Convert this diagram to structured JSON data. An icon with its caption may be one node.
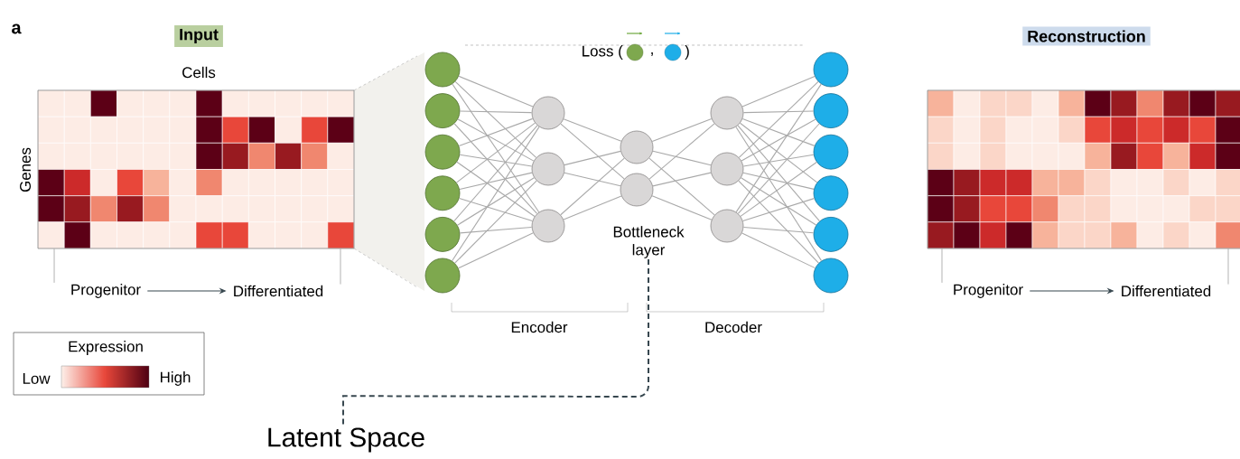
{
  "diagram": {
    "nodes": [
      {
        "text": [
          "Input"
        ]
      },
      {
        "text": [
          "Reconstruction"
        ]
      },
      {
        "text": [
          "Progenitor"
        ]
      },
      {
        "text": [
          "Differentiated"
        ]
      },
      {
        "text": [
          "Progenitor"
        ]
      },
      {
        "text": [
          "Differentiated"
        ]
      },
      {
        "text": [
          "Expression",
          "Low",
          "High"
        ]
      },
      {
        "text": [],
        "shape": "circle"
      },
      {
        "text": [],
        "shape": "circle"
      },
      {
        "text": [],
        "shape": "circle"
      },
      {
        "text": [],
        "shape": "circle"
      },
      {
        "text": [],
        "shape": "circle"
      },
      {
        "text": [],
        "shape": "circle"
      },
      {
        "text": [],
        "shape": "circle"
      },
      {
        "text": [],
        "shape": "circle"
      },
      {
        "text": [],
        "shape": "circle"
      },
      {
        "text": [],
        "shape": "circle"
      },
      {
        "text": [],
        "shape": "circle"
      },
      {
        "text": [],
        "shape": "circle"
      },
      {
        "text": [],
        "shape": "circle"
      },
      {
        "text": [],
        "shape": "circle"
      },
      {
        "text": [],
        "shape": "circle"
      },
      {
        "text": [],
        "shape": "circle"
      },
      {
        "text": [],
        "shape": "circle"
      },
      {
        "text": [],
        "shape": "circle"
      },
      {
        "text": [],
        "shape": "circle"
      },
      {
        "text": [],
        "shape": "circle"
      },
      {
        "text": [
          "Bottleneck layer"
        ]
      },
      {
        "text": [
          "Latent Space"
        ]
      },
      {
        "text": [],
        "shape": "picture"
      },
      {
        "text": [],
        "shape": "picture"
      }
    ],
    "edges": [
      {
        "from": 2,
        "to": 3,
        "arrow": "to",
        "color": "#37474f"
      },
      {
        "from": 4,
        "to": 5,
        "arrow": "to",
        "color": "#37474f"
      },
      {
        "from": 7,
        "to": 13,
        "arrow": "none"
      },
      {
        "from": 7,
        "to": 14,
        "arrow": "none"
      },
      {
        "from": 7,
        "to": 15,
        "arrow": "none"
      },
      {
        "from": 8,
        "to": 13,
        "arrow": "none"
      },
      {
        "from": 8,
        "to": 14,
        "arrow": "none"
      },
      {
        "from": 8,
        "to": 15,
        "arrow": "none"
      },
      {
        "from": 9,
        "to": 13,
        "arrow": "none"
      },
      {
        "from": 9,
        "to": 14,
        "arrow": "none"
      },
      {
        "from": 9,
        "to": 15,
        "arrow": "none"
      },
      {
        "from": 10,
        "to": 13,
        "arrow": "none"
      },
      {
        "from": 10,
        "to": 14,
        "arrow": "none"
      },
      {
        "from": 10,
        "to": 15,
        "arrow": "none"
      },
      {
        "from": 11,
        "to": 13,
        "arrow": "none"
      },
      {
        "from": 11,
        "to": 14,
        "arrow": "none"
      },
      {
        "from": 11,
        "to": 15,
        "arrow": "none"
      },
      {
        "from": 12,
        "to": 13,
        "arrow": "none"
      },
      {
        "from": 12,
        "to": 14,
        "arrow": "none"
      },
      {
        "from": 12,
        "to": 15,
        "arrow": "none"
      },
      {
        "from": 13,
        "to": 16,
        "arrow": "none"
      },
      {
        "from": 13,
        "to": 17,
        "arrow": "none"
      },
      {
        "from": 14,
        "to": 16,
        "arrow": "none"
      },
      {
        "from": 14,
        "to": 17,
        "arrow": "none"
      },
      {
        "from": 15,
        "to": 16,
        "arrow": "none"
      },
      {
        "from": 15,
        "to": 17,
        "arrow": "none"
      },
      {
        "from": 16,
        "to": 18,
        "arrow": "none"
      },
      {
        "from": 16,
        "to": 19,
        "arrow": "none"
      },
      {
        "from": 16,
        "to": 20,
        "arrow": "none"
      },
      {
        "from": 17,
        "to": 18,
        "arrow": "none"
      },
      {
        "from": 17,
        "to": 19,
        "arrow": "none"
      },
      {
        "from": 17,
        "to": 20,
        "arrow": "none"
      },
      {
        "from": 18,
        "to": 21,
        "arrow": "none"
      },
      {
        "from": 18,
        "to": 22,
        "arrow": "none"
      },
      {
        "from": 18,
        "to": 23,
        "arrow": "none"
      },
      {
        "from": 18,
        "to": 24,
        "arrow": "none"
      },
      {
        "from": 18,
        "to": 25,
        "arrow": "none"
      },
      {
        "from": 18,
        "to": 26,
        "arrow": "none"
      },
      {
        "from": 19,
        "to": 21,
        "arrow": "none"
      },
      {
        "from": 19,
        "to": 22,
        "arrow": "none"
      },
      {
        "from": 19,
        "to": 23,
        "arrow": "none"
      },
      {
        "from": 19,
        "to": 24,
        "arrow": "none"
      },
      {
        "from": 19,
        "to": 25,
        "arrow": "none"
      },
      {
        "from": 19,
        "to": 26,
        "arrow": "none"
      },
      {
        "from": 20,
        "to": 21,
        "arrow": "none"
      },
      {
        "from": 20,
        "to": 22,
        "arrow": "none"
      },
      {
        "from": 20,
        "to": 23,
        "arrow": "none"
      },
      {
        "from": 20,
        "to": 24,
        "arrow": "none"
      },
      {
        "from": 20,
        "to": 25,
        "arrow": "none"
      },
      {
        "from": 20,
        "to": 26,
        "arrow": "none"
      },
      {
        "from": 27,
        "to": 28,
        "arrow": "none",
        "style": "dashed",
        "color": "#37474f"
      },
      {
        "from": 2,
        "to": 29,
        "arrow": "none"
      },
      {
        "from": 3,
        "to": 29,
        "arrow": "none"
      },
      {
        "from": 4,
        "to": 30,
        "arrow": "none"
      },
      {
        "from": 5,
        "to": 30,
        "arrow": "none"
      }
    ],
    "labels": [
      "a",
      "Cells",
      "Genes",
      "Loss (",
      ",",
      ")",
      "Encoder",
      "Decoder"
    ]
  }
}
